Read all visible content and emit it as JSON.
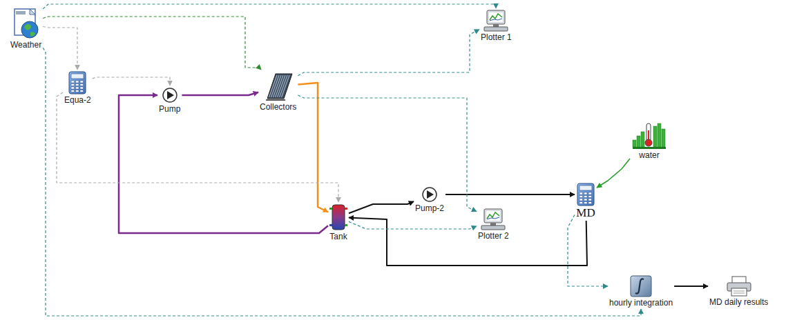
{
  "diagram": {
    "nodes": [
      {
        "text": [
          "Weather"
        ]
      },
      {
        "text": [
          "Plotter 1"
        ]
      },
      {
        "text": [
          "Equa-2"
        ]
      },
      {
        "text": [
          "Pump"
        ]
      },
      {
        "text": [
          "Collectors"
        ]
      },
      {
        "text": [
          "water"
        ]
      },
      {
        "text": [
          "MD"
        ]
      },
      {
        "text": [
          "Tank"
        ]
      },
      {
        "text": [
          "Pump-2"
        ]
      },
      {
        "text": [
          "Plotter 2"
        ]
      },
      {
        "text": [
          "hourly integration"
        ]
      },
      {
        "text": [
          "MD daily results"
        ]
      }
    ],
    "edges": [
      {
        "from": 3,
        "to": 4,
        "arrow": "to"
      },
      {
        "from": 4,
        "to": 7,
        "arrow": "to"
      },
      {
        "from": 7,
        "to": 3,
        "arrow": "to"
      },
      {
        "from": 7,
        "to": 8,
        "arrow": "to"
      },
      {
        "from": 8,
        "to": 6,
        "arrow": "to"
      },
      {
        "from": 6,
        "to": 7,
        "arrow": "to"
      },
      {
        "from": 5,
        "to": 6,
        "arrow": "to"
      },
      {
        "from": 0,
        "to": 1,
        "arrow": "to"
      },
      {
        "from": 0,
        "to": 4,
        "arrow": "to"
      },
      {
        "from": 4,
        "to": 1,
        "arrow": "to"
      },
      {
        "from": 0,
        "to": 2,
        "arrow": "to"
      },
      {
        "from": 2,
        "to": 3,
        "arrow": "to"
      },
      {
        "from": 2,
        "to": 7,
        "arrow": "to"
      },
      {
        "from": 4,
        "to": 9,
        "arrow": "to"
      },
      {
        "from": 7,
        "to": 9,
        "arrow": "to"
      },
      {
        "from": 6,
        "to": 10,
        "arrow": "to"
      },
      {
        "from": 0,
        "to": 10,
        "arrow": "to"
      },
      {
        "from": 10,
        "to": 11,
        "arrow": "to"
      }
    ]
  }
}
